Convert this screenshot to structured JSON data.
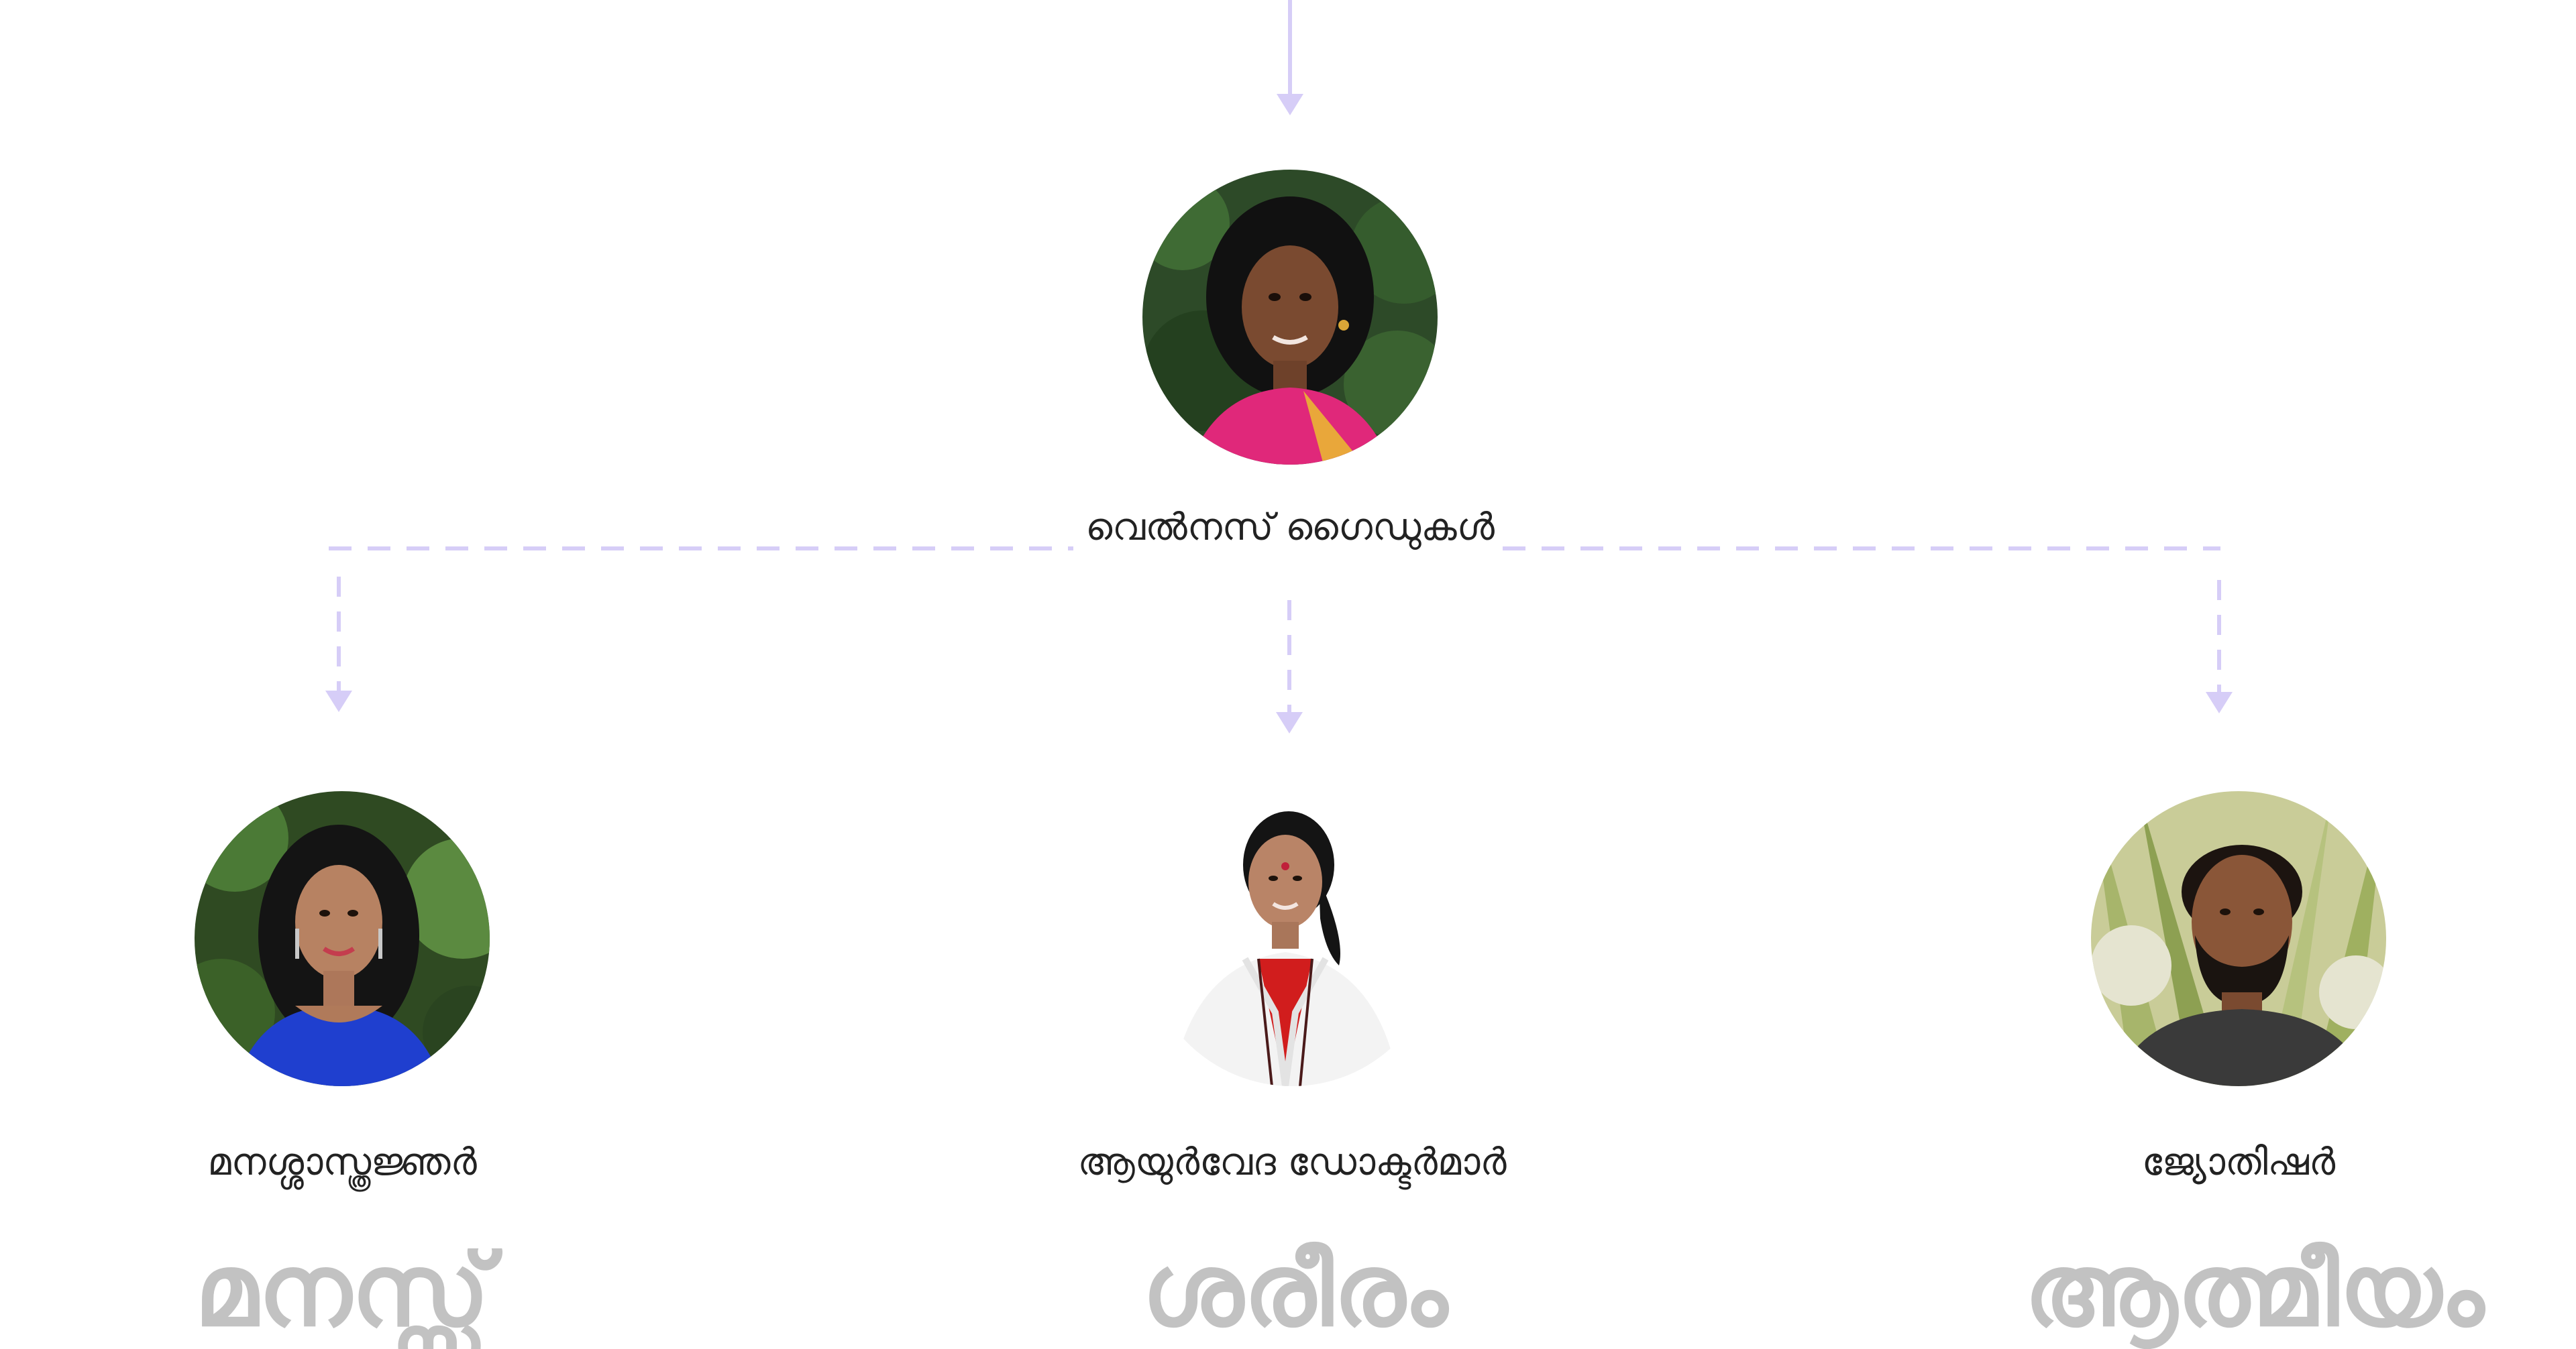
{
  "top_node": {
    "label": "വെൽനസ് ഗൈഡുകൾ",
    "avatar_icon": "person-avatar-woman-curly-hair"
  },
  "nodes": [
    {
      "label": "മനശ്ശാസ്ത്രജ്ഞർ",
      "category": "മനസ്സ്",
      "avatar_icon": "person-avatar-woman-blue-dress"
    },
    {
      "label": "ആയുർവേദ ഡോക്ടർമാർ",
      "category": "ശരീരം",
      "avatar_icon": "person-avatar-doctor-white-coat"
    },
    {
      "label": "ജ്യോതിഷർ",
      "category": "ആത്മീയം",
      "avatar_icon": "person-avatar-man-beard"
    }
  ],
  "colors": {
    "connector": "#d6cdf7",
    "label_text": "#222222",
    "category_text": "#c2c2c2"
  }
}
